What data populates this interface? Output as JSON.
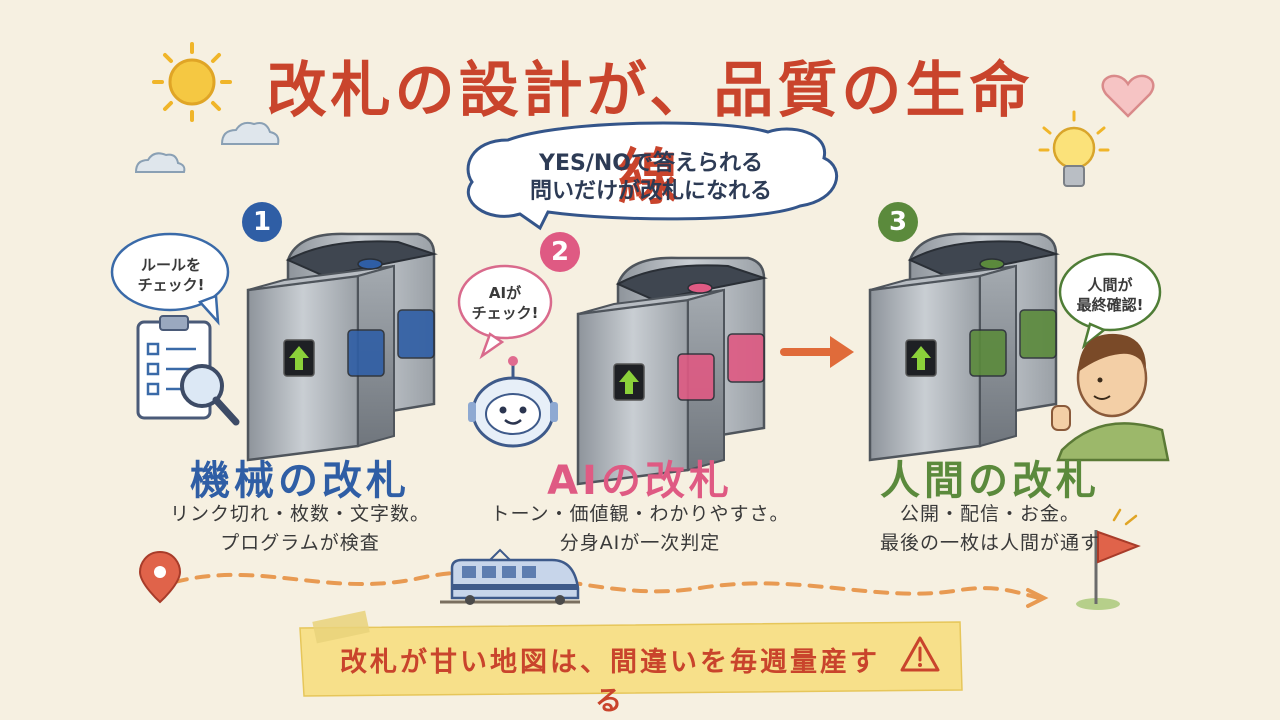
{
  "title": "改札の設計が、品質の生命線",
  "center_bubble": {
    "line1": "YES/NOで答えられる",
    "line2": "問いだけが改札になれる"
  },
  "stages": [
    {
      "number": "1",
      "name": "機械の改札",
      "desc1": "リンク切れ・枚数・文字数。",
      "desc2": "プログラムが検査",
      "bubble1": "ルールを",
      "bubble2": "チェック!",
      "color": "#2f5ea5"
    },
    {
      "number": "2",
      "name": "AIの改札",
      "desc1": "トーン・価値観・わかりやすさ。",
      "desc2": "分身AIが一次判定",
      "bubble1": "AIが",
      "bubble2": "チェック!",
      "color": "#df5a83"
    },
    {
      "number": "3",
      "name": "人間の改札",
      "desc1": "公開・配信・お金。",
      "desc2": "最後の一枚は人間が通す",
      "bubble1": "人間が",
      "bubble2": "最終確認!",
      "color": "#5b8a3c"
    }
  ],
  "bottom_banner": "改札が甘い地図は、間違いを毎週量産する",
  "colors": {
    "title": "#c9442c",
    "background": "#f6f0e1",
    "blue": "#2f5ea5",
    "pink": "#df5a83",
    "green": "#5b8a3c",
    "arrow_orange": "#e06b3a",
    "banner_yellow": "#f7e08a"
  }
}
